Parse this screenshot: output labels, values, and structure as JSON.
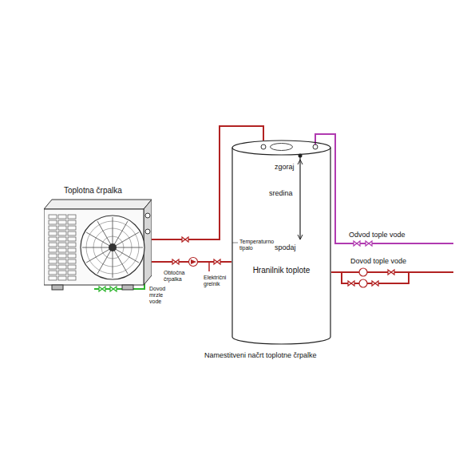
{
  "diagram": {
    "caption": "Namestitveni načrt toplotne črpalke",
    "nodes": [
      {
        "text": [
          "Toplotna črpalka"
        ]
      },
      {
        "text": [
          "Hranilnik toplote"
        ]
      }
    ],
    "edges": [
      {
        "from": 0,
        "to": 1,
        "arrow": "none"
      },
      {
        "from": 0,
        "to": 1,
        "arrow": "none"
      }
    ],
    "labels": [
      "zgoraj",
      "sredina",
      "Temperaturno tipalo",
      "spodaj",
      "Obtočna črpalka",
      "Električni grelnik",
      "Dovod mrzle vode",
      "Odvod tople vode",
      "Dovod tople vode"
    ]
  }
}
